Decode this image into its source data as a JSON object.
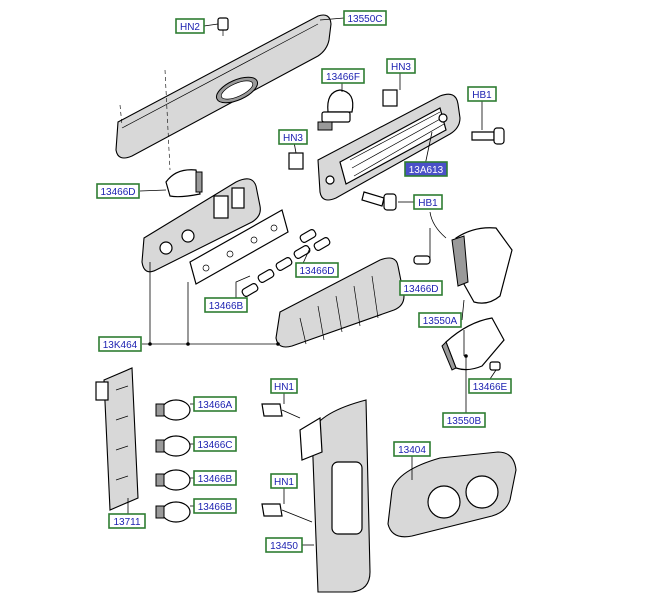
{
  "callouts": [
    {
      "id": "c1",
      "text": "HN2",
      "highlight": false
    },
    {
      "id": "c2",
      "text": "13550C",
      "highlight": false
    },
    {
      "id": "c3",
      "text": "13466F",
      "highlight": false
    },
    {
      "id": "c4",
      "text": "HN3",
      "highlight": false
    },
    {
      "id": "c5",
      "text": "HB1",
      "highlight": false
    },
    {
      "id": "c6",
      "text": "HN3",
      "highlight": false
    },
    {
      "id": "c7",
      "text": "13A613",
      "highlight": true
    },
    {
      "id": "c8",
      "text": "13466D",
      "highlight": false
    },
    {
      "id": "c9",
      "text": "HB1",
      "highlight": false
    },
    {
      "id": "c10",
      "text": "13466D",
      "highlight": false
    },
    {
      "id": "c11",
      "text": "13466B",
      "highlight": false
    },
    {
      "id": "c12",
      "text": "13466D",
      "highlight": false
    },
    {
      "id": "c13",
      "text": "13550A",
      "highlight": false
    },
    {
      "id": "c14",
      "text": "13K464",
      "highlight": false
    },
    {
      "id": "c15",
      "text": "13466E",
      "highlight": false
    },
    {
      "id": "c16",
      "text": "13550B",
      "highlight": false
    },
    {
      "id": "c17",
      "text": "HN1",
      "highlight": false
    },
    {
      "id": "c18",
      "text": "13466A",
      "highlight": false
    },
    {
      "id": "c19",
      "text": "13466C",
      "highlight": false
    },
    {
      "id": "c20",
      "text": "13404",
      "highlight": false
    },
    {
      "id": "c21",
      "text": "13466B",
      "highlight": false
    },
    {
      "id": "c22",
      "text": "HN1",
      "highlight": false
    },
    {
      "id": "c23",
      "text": "13466B",
      "highlight": false
    },
    {
      "id": "c24",
      "text": "13711",
      "highlight": false
    },
    {
      "id": "c25",
      "text": "13450",
      "highlight": false
    }
  ]
}
